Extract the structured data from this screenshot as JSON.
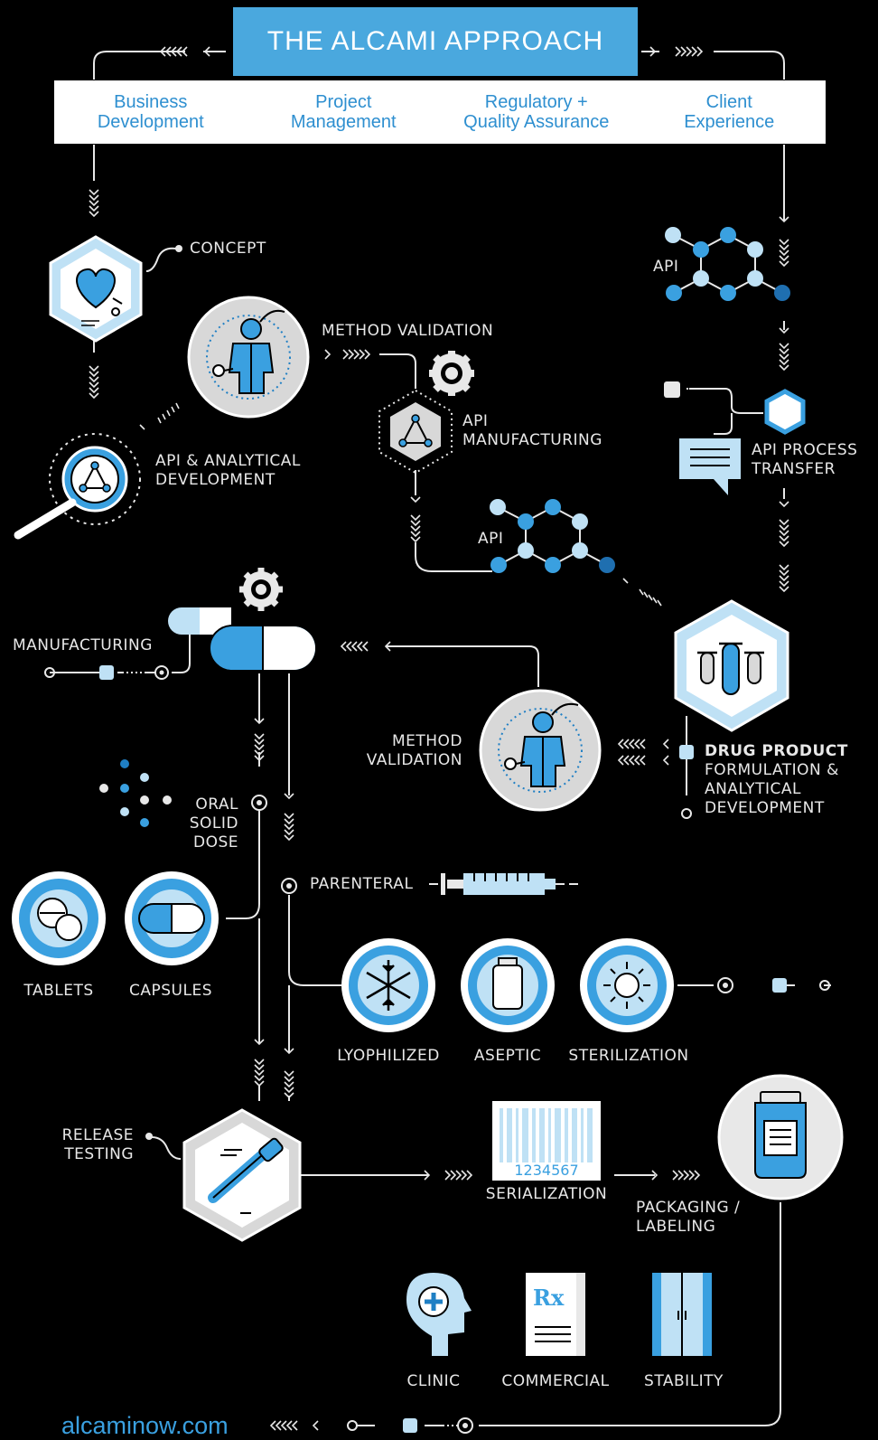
{
  "title": "THE ALCAMI APPROACH",
  "departments": [
    {
      "line1": "Business",
      "line2": "Development"
    },
    {
      "line1": "Project",
      "line2": "Management"
    },
    {
      "line1": "Regulatory +",
      "line2": "Quality Assurance"
    },
    {
      "line1": "Client",
      "line2": "Experience"
    }
  ],
  "steps": {
    "concept": "CONCEPT",
    "method_validation_top": "METHOD VALIDATION",
    "api_analytical": {
      "line1": "API & ANALYTICAL",
      "line2": "DEVELOPMENT"
    },
    "api_manufacturing": {
      "line1": "API",
      "line2": "MANUFACTURING"
    },
    "api_top": "API",
    "api_middle": "API",
    "api_process_transfer": {
      "line1": "API PROCESS",
      "line2": "TRANSFER"
    },
    "manufacturing": "MANUFACTURING",
    "method_validation_mid": {
      "line1": "METHOD",
      "line2": "VALIDATION"
    },
    "drug_product": {
      "title": "DRUG PRODUCT",
      "line1": "FORMULATION &",
      "line2": "ANALYTICAL",
      "line3": "DEVELOPMENT"
    },
    "oral_solid_dose": {
      "line1": "ORAL",
      "line2": "SOLID",
      "line3": "DOSE"
    },
    "parenteral": "PARENTERAL",
    "tablets": "TABLETS",
    "capsules": "CAPSULES",
    "lyophilized": "LYOPHILIZED",
    "aseptic": "ASEPTIC",
    "sterilization": "STERILIZATION",
    "release_testing": {
      "line1": "RELEASE",
      "line2": "TESTING"
    },
    "serialization": "SERIALIZATION",
    "barcode_number": "1234567",
    "packaging_labeling": {
      "line1": "PACKAGING /",
      "line2": "LABELING"
    },
    "clinic": "CLINIC",
    "commercial": "COMMERCIAL",
    "stability": "STABILITY",
    "rx_symbol": "Rx"
  },
  "website": "alcaminow.com",
  "colors": {
    "accent": "#4aa8de",
    "accent_dark": "#1f7fc4",
    "light": "#bfe1f5",
    "background": "#000000",
    "line": "#e8e8e8"
  }
}
